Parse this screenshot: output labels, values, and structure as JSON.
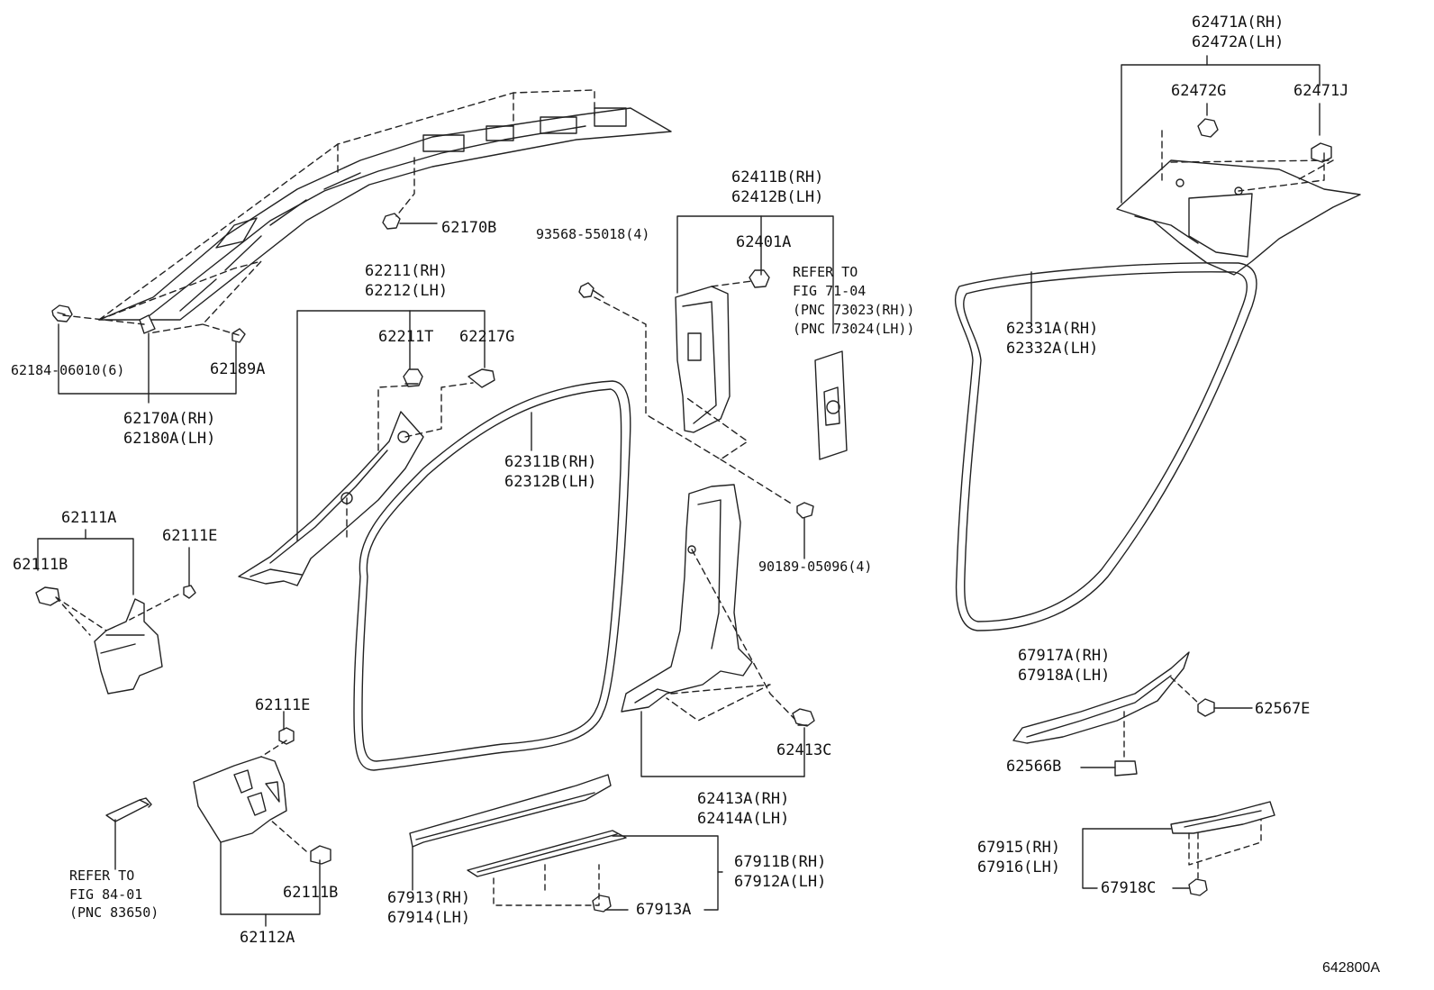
{
  "diagram": {
    "figure_id": "642800A",
    "labels": {
      "a": "62471A(RH)\n62472A(LH)",
      "b": "62472G",
      "c": "62471J",
      "d": "62170B",
      "e": "62411B(RH)\n62412B(LH)",
      "f": "93568-55018(4)",
      "g": "62401A",
      "h": "REFER TO\nFIG 71-04",
      "i": "(PNC 73023(RH))\n(PNC 73024(LH))",
      "j": "62211(RH)\n62212(LH)",
      "k": "62211T",
      "l": "62217G",
      "m": "62331A(RH)\n62332A(LH)",
      "n": "62184-06010(6)",
      "o": "62189A",
      "p": "62170A(RH)\n62180A(LH)",
      "q": "62311B(RH)\n62312B(LH)",
      "r": "62111A",
      "s": "62111E",
      "t": "62111B",
      "u": "90189-05096(4)",
      "v": "67917A(RH)\n67918A(LH)",
      "w": "62567E",
      "x": "62111E",
      "y": "62413C",
      "z": "62566B",
      "aa": "62413A(RH)\n62414A(LH)",
      "ab": "67915(RH)\n67916(LH)",
      "ac": "67918C",
      "ad": "67911B(RH)\n67912A(LH)",
      "ae": "REFER TO\nFIG 84-01",
      "af": "(PNC 83650)",
      "ag": "62111B",
      "ah": "67913(RH)\n67914(LH)",
      "ai": "67913A",
      "aj": "62112A"
    }
  }
}
